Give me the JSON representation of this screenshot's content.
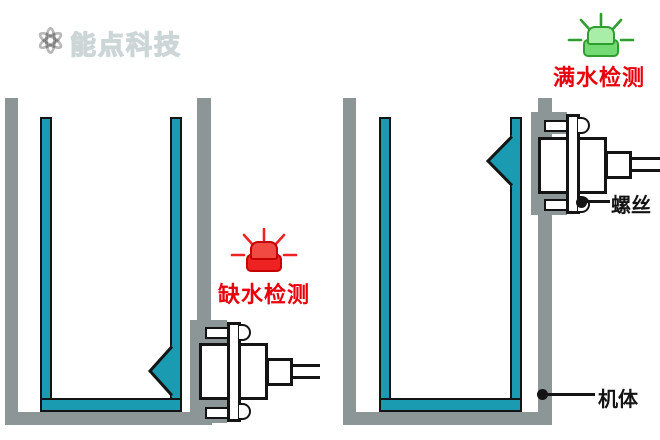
{
  "watermark": {
    "brand": "能点科技",
    "icon": "globe-orbits-icon"
  },
  "colors": {
    "teal": "#1b9bb1",
    "wall-gray": "#8c9696",
    "outline": "#141414",
    "label-red": "#e8000a",
    "led-red": "#ee2222",
    "led-red-cap": "#f04a42",
    "led-red-border": "#c40000",
    "led-green": "#74db74",
    "led-green-cap": "#a8eea8",
    "led-green-border": "#2f9e2f"
  },
  "left_diagram": {
    "status_label": "缺水检测",
    "led_state": "red-blinking",
    "sensor_position": "near-bottom-of-tank"
  },
  "right_diagram": {
    "status_label": "满水检测",
    "led_state": "green-blinking",
    "sensor_position": "near-top-of-tank",
    "screw_label": "螺丝",
    "body_label": "机体"
  }
}
